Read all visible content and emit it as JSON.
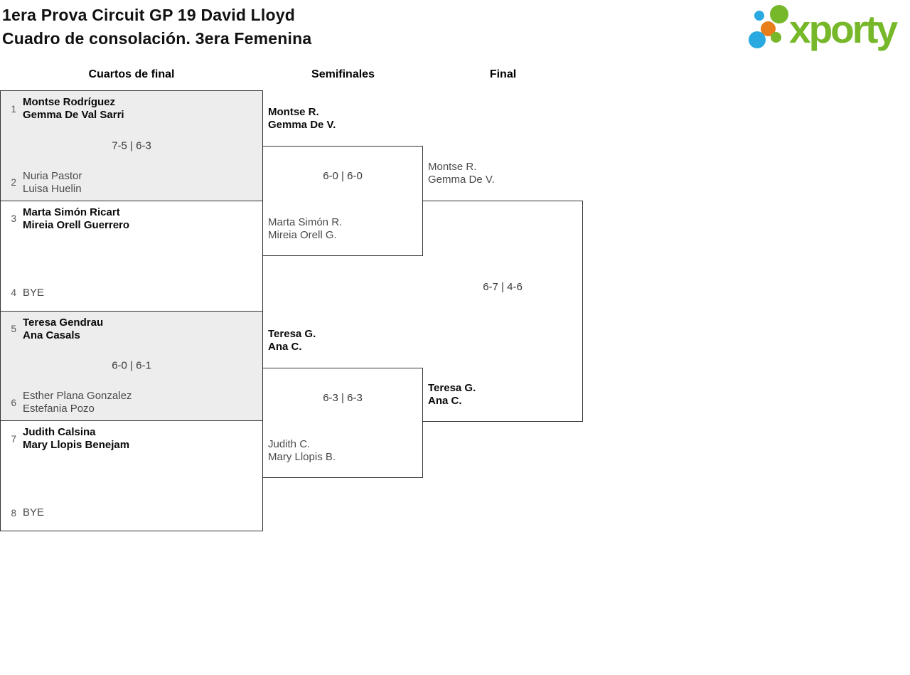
{
  "page": {
    "title_line1": "1era Prova Circuit GP 19 David Lloyd",
    "title_line2": "Cuadro de consolación. 3era Femenina"
  },
  "brand": {
    "name": "xporty",
    "green": "#76b82a",
    "blue": "#29a9e0",
    "orange": "#e87e1b"
  },
  "theme": {
    "border_color": "#333333",
    "match_alt_bg": "#ededed",
    "winner_text": "#0a0a0a",
    "loser_text": "#4a4a4a"
  },
  "bracket": {
    "qf_label": "Cuartos de final",
    "sf_label": "Semifinales",
    "final_label": "Final",
    "qf": [
      {
        "top": {
          "seed": "1",
          "line1": "Montse Rodríguez",
          "line2": "Gemma De Val Sarri",
          "winner": true
        },
        "score": "7-5 | 6-3",
        "bottom": {
          "seed": "2",
          "line1": "Nuria Pastor",
          "line2": "Luisa Huelin",
          "winner": false
        }
      },
      {
        "top": {
          "seed": "3",
          "line1": "Marta Simón Ricart",
          "line2": "Mireia Orell Guerrero",
          "winner": true
        },
        "score": "",
        "bottom": {
          "seed": "4",
          "line1": "BYE",
          "line2": "",
          "winner": false
        }
      },
      {
        "top": {
          "seed": "5",
          "line1": "Teresa Gendrau",
          "line2": "Ana Casals",
          "winner": true
        },
        "score": "6-0 | 6-1",
        "bottom": {
          "seed": "6",
          "line1": "Esther Plana Gonzalez",
          "line2": "Estefania Pozo",
          "winner": false
        }
      },
      {
        "top": {
          "seed": "7",
          "line1": "Judith Calsina",
          "line2": "Mary Llopis Benejam",
          "winner": true
        },
        "score": "",
        "bottom": {
          "seed": "8",
          "line1": "BYE",
          "line2": "",
          "winner": false
        }
      }
    ],
    "sf": [
      {
        "top": {
          "line1": "Montse R.",
          "line2": "Gemma De V.",
          "winner": true
        },
        "score": "6-0 | 6-0",
        "bottom": {
          "line1": "Marta Simón R.",
          "line2": "Mireia Orell G.",
          "winner": false
        }
      },
      {
        "top": {
          "line1": "Teresa G.",
          "line2": "Ana C.",
          "winner": true
        },
        "score": "6-3 | 6-3",
        "bottom": {
          "line1": "Judith C.",
          "line2": "Mary Llopis B.",
          "winner": false
        }
      }
    ],
    "final": {
      "top": {
        "line1": "Montse R.",
        "line2": "Gemma De V.",
        "winner": false
      },
      "score": "6-7 | 4-6",
      "bottom": {
        "line1": "Teresa G.",
        "line2": "Ana C.",
        "winner": true
      }
    }
  }
}
